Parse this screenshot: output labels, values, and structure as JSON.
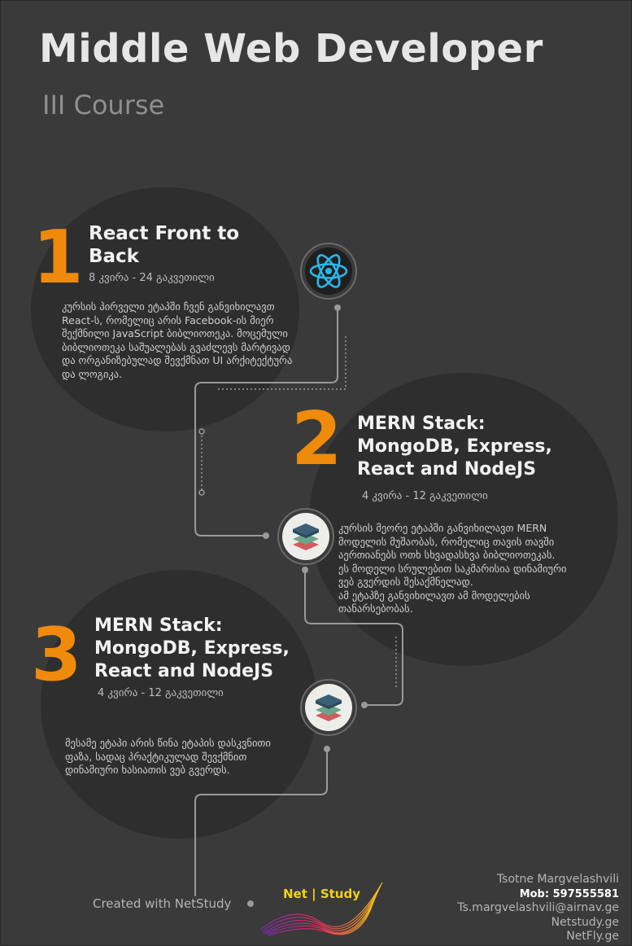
{
  "header": {
    "title": "Middle Web Developer",
    "subtitle": "III Course"
  },
  "stages": [
    {
      "number": "1",
      "title_line1": "React Front to",
      "title_line2": "Back",
      "meta": "8 კვირა - 24 გაკვეთილი",
      "desc": [
        "კურსის პირველი ეტაპში ჩვენ განვიხილავთ",
        "React-ს, რომელიც არის Facebook-ის მიერ",
        "შექმნილი JavaScript ბიბლიოთეკა. მოცემული",
        "ბიბლიოთეკა საშუალებას გვაძლევს მარტივად",
        "და ორგანიზებულად შევქმნათ UI არქიტექტურა",
        "და ლოგიკა."
      ],
      "icon": "react-icon"
    },
    {
      "number": "2",
      "title_line1": "MERN Stack:",
      "title_line2": "MongoDB, Express,",
      "title_line3": "React and NodeJS",
      "meta": "4 კვირა - 12 გაკვეთილი",
      "desc": [
        "კურსის მეორე ეტაპში განვიხილავთ  MERN",
        "მოდელის მუშაობას, რომელიც თავის თავში",
        "აერთიანებს ოთხ სხვადასხვა ბიბლიოთეკას.",
        "ეს მოდელი სრულებით საკმარისია დინამიური",
        "ვებ გვერდის შესაქმნელად.",
        "ამ ეტაპზე განვიხილავთ ამ მოდელების",
        "თანარსებობას."
      ],
      "icon": "layers-icon"
    },
    {
      "number": "3",
      "title_line1": "MERN Stack:",
      "title_line2": "MongoDB, Express,",
      "title_line3": "React and NodeJS",
      "meta": "4 კვირა - 12 გაკვეთილი",
      "desc": [
        "მესამე ეტაპი არის წინა ეტაპის დასკვნითი",
        "ფაზა, სადაც პრაქტიკულად შევქმნით",
        "დინამიური ხასიათის ვებ გვერდს."
      ],
      "icon": "layers-icon"
    }
  ],
  "footer": {
    "created": "Created with NetStudy",
    "brand": "Net | Study",
    "contact_name": "Tsotne Margvelashvili",
    "contact_phone": "Mob: 597555581",
    "contact_email": "Ts.margvelashvili@airnav.ge",
    "site1": "Netstudy.ge",
    "site2": "NetFly.ge"
  },
  "colors": {
    "background": "#3a3a3a",
    "circle": "#2e2e2e",
    "accent": "#f08a0a",
    "line": "#9a9a9a"
  }
}
